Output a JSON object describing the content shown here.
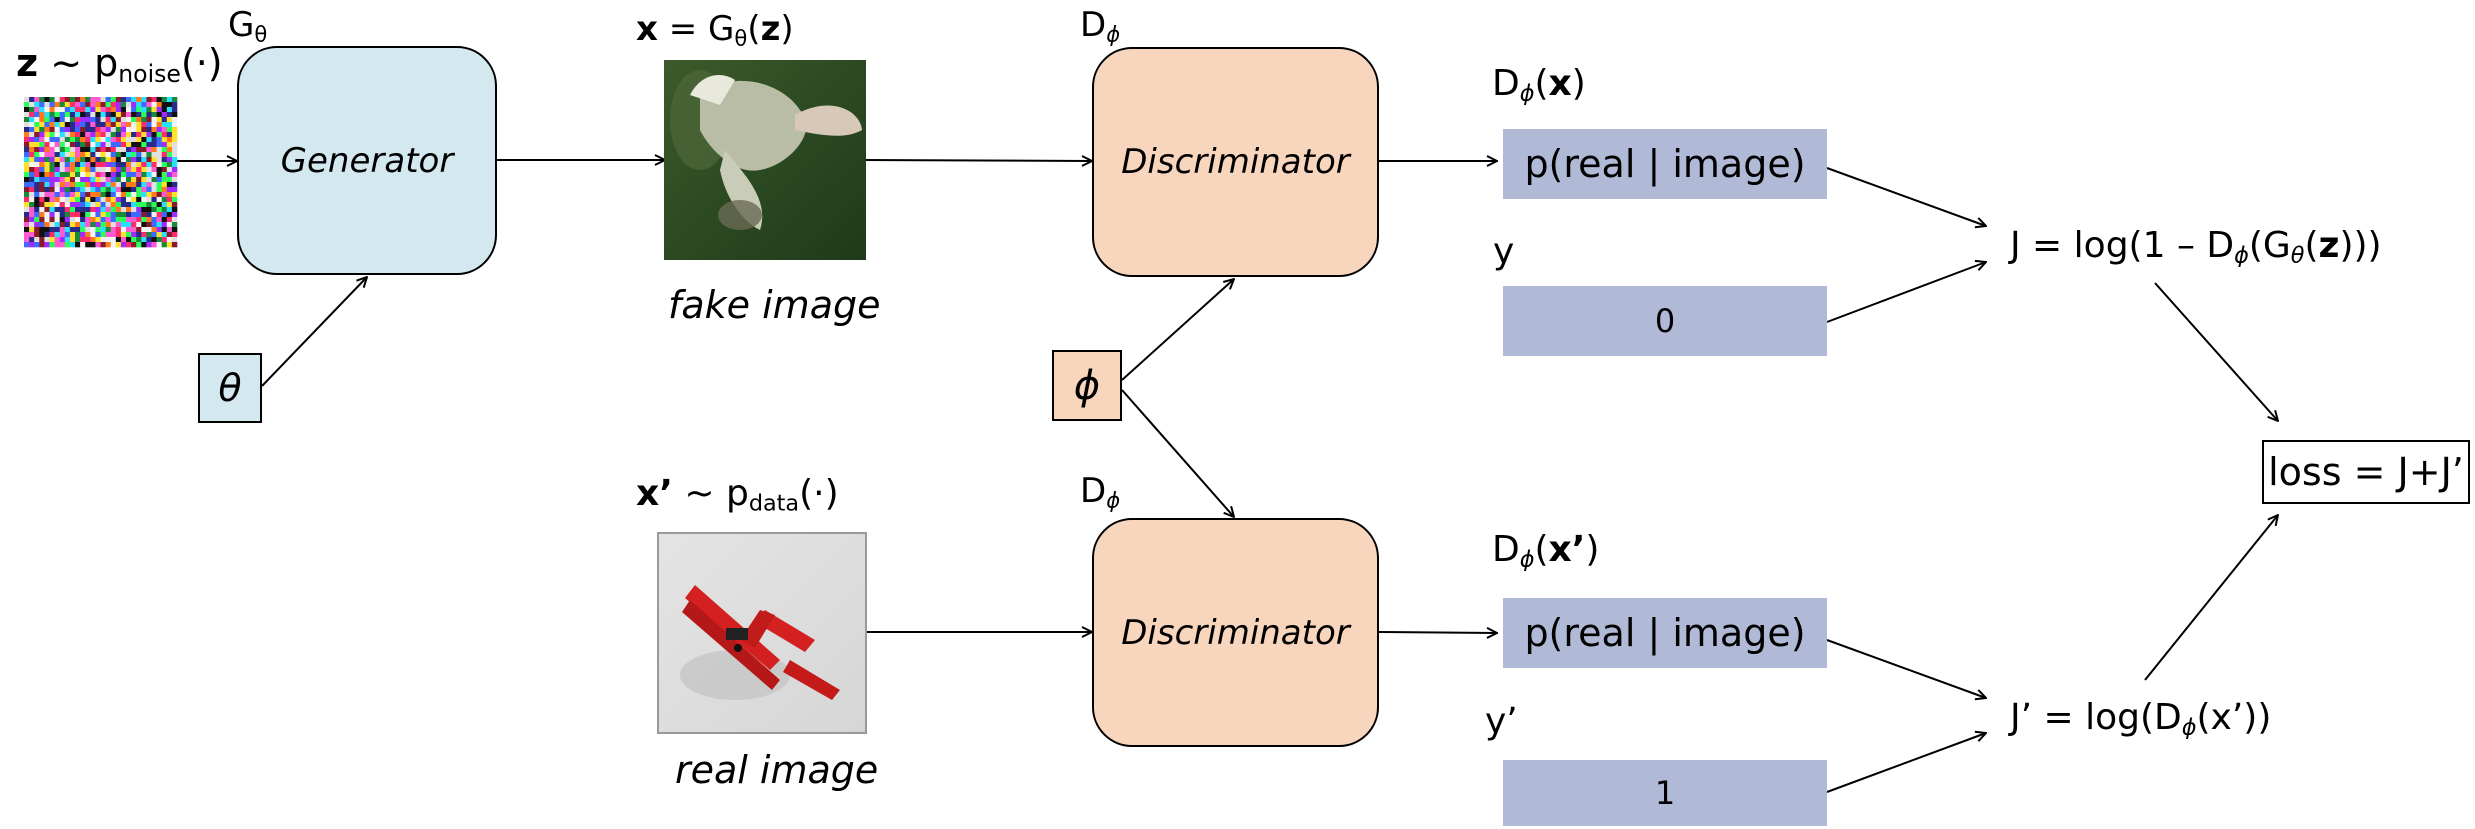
{
  "generator": {
    "title": "Gθ",
    "label": "Generator",
    "param": "θ"
  },
  "noise": {
    "label_var": "z",
    "label_rest": " ~ p",
    "label_sub": "noise",
    "label_end": "(·)"
  },
  "fake": {
    "eq_var": "x",
    "eq_mid": " = G",
    "eq_sub": "θ",
    "eq_paren_open": "(",
    "eq_arg": "z",
    "eq_paren_close": ")",
    "caption": "fake image"
  },
  "real": {
    "eq_var": "x’",
    "eq_rest": " ~ p",
    "eq_sub": "data",
    "eq_end": "(·)",
    "caption": "real image"
  },
  "discriminator_top": {
    "title_main": "D",
    "title_sub": "ϕ",
    "label": "Discriminator"
  },
  "discriminator_bottom": {
    "title_main": "D",
    "title_sub": "ϕ",
    "label": "Discriminator"
  },
  "phi_param": "ϕ",
  "outputs": {
    "top_title_main": "D",
    "top_title_sub": "ϕ",
    "top_title_open": "(",
    "top_title_arg": "x",
    "top_title_close": ")",
    "top_box": "p(real | image)",
    "y_label": "y",
    "y_box": "0",
    "bottom_title_main": "D",
    "bottom_title_sub": "ϕ",
    "bottom_title_open": "(",
    "bottom_title_arg": "x’",
    "bottom_title_close": ")",
    "bottom_box": "p(real | image)",
    "yprime_label": "y’",
    "yprime_box": "1"
  },
  "J": {
    "pre": "J = log(1 – D",
    "sub1": "ϕ",
    "mid": "(G",
    "sub2": "θ",
    "open": "(",
    "arg": "z",
    "close": ")))"
  },
  "Jprime": {
    "pre": "J’ = log(D",
    "sub": "ϕ",
    "post": "(x’))"
  },
  "loss": "loss = J+J’",
  "colors": {
    "generator": "#d3e8ef",
    "discriminator": "#f8d6bd",
    "output_box": "#b0b9d6"
  }
}
